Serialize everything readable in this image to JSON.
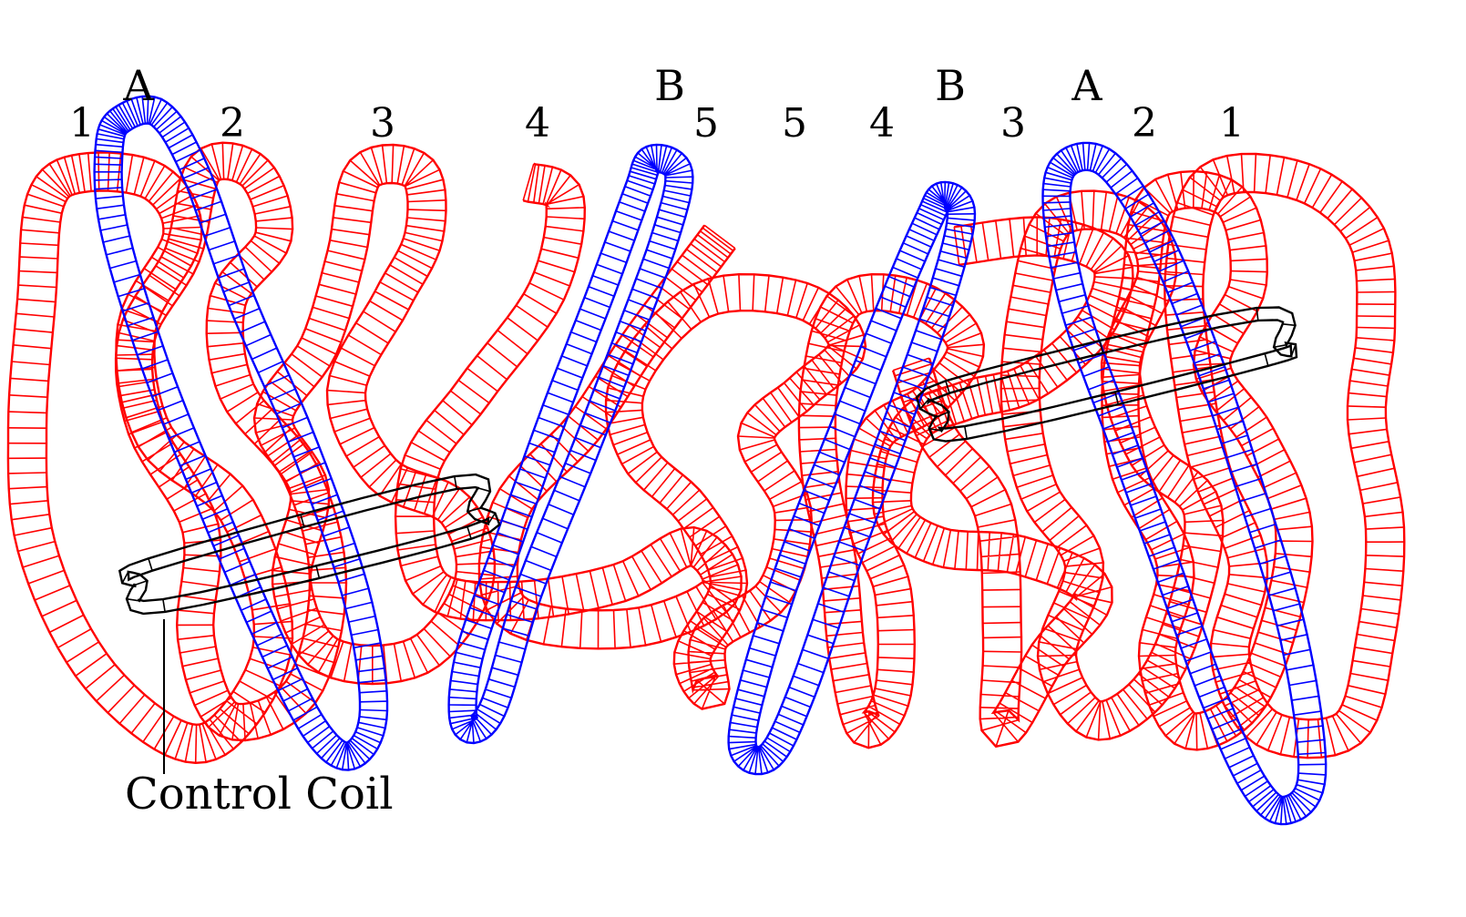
{
  "colors": {
    "modular_coil": "#ff0000",
    "planar_coil": "#0000ff",
    "control_coil": "#000000",
    "background": "#ffffff"
  },
  "labels": {
    "group_left_A": "A",
    "group_left_B": "B",
    "group_right_B": "B",
    "group_right_A": "A",
    "n1_left": "1",
    "n2_left": "2",
    "n3_left": "3",
    "n4_left": "4",
    "n5_left": "5",
    "n5_right": "5",
    "n4_right": "4",
    "n3_right": "3",
    "n2_right": "2",
    "n1_right": "1",
    "control_coil": "Control Coil"
  }
}
